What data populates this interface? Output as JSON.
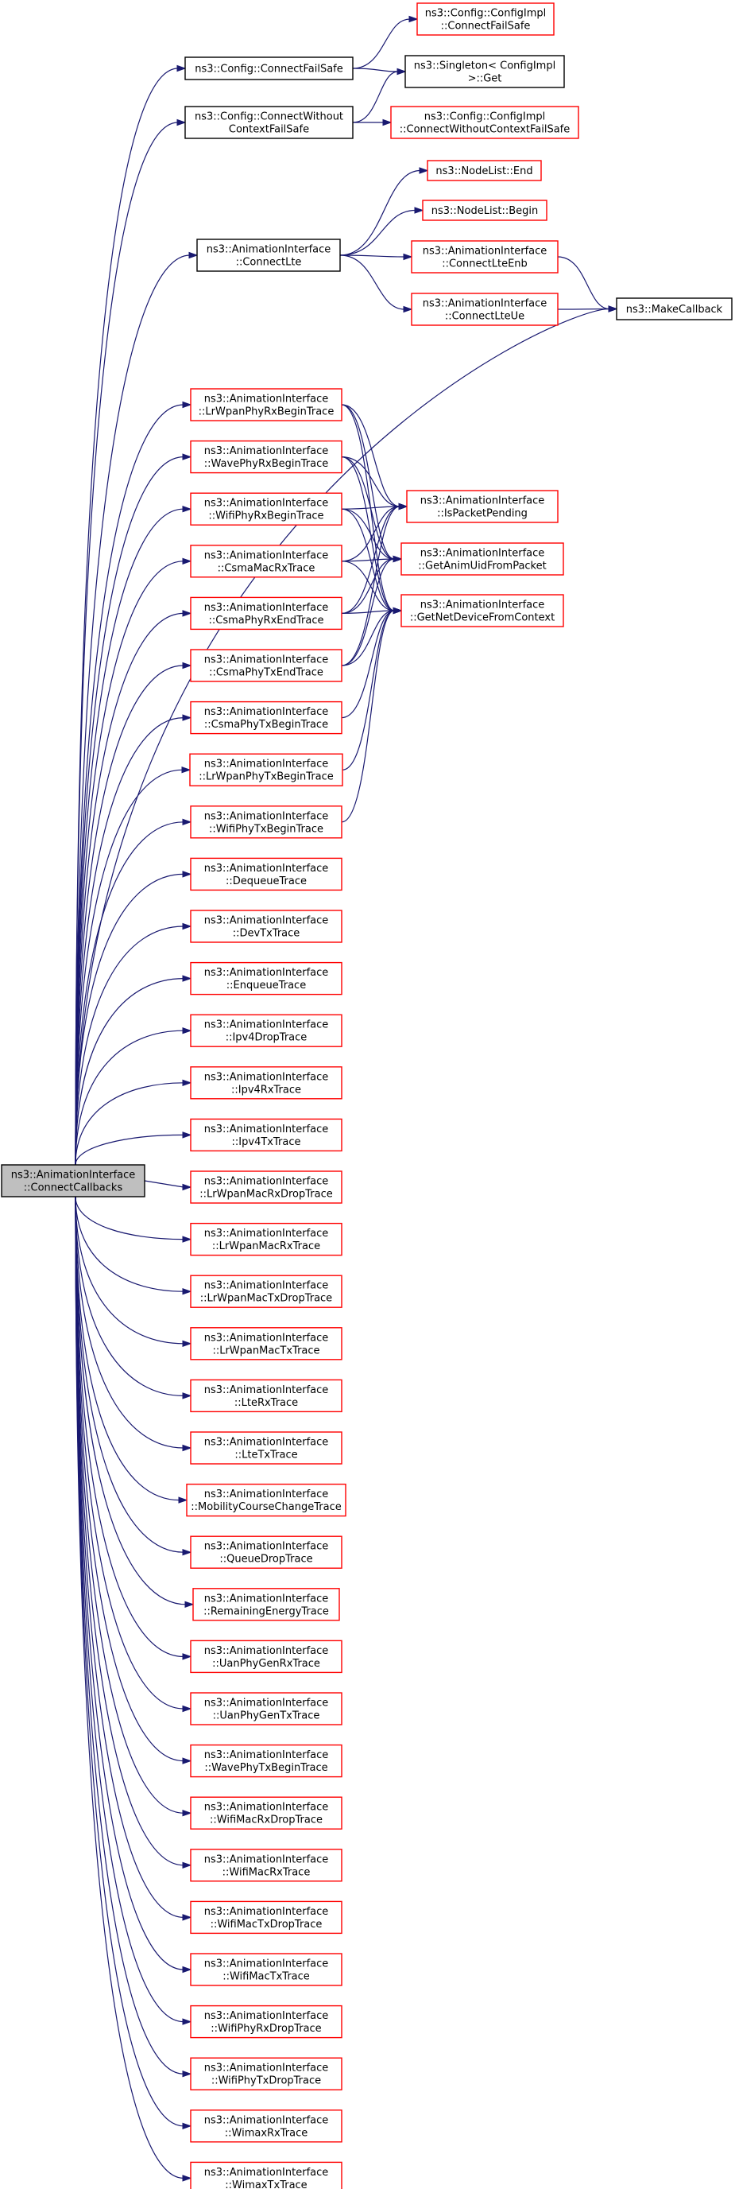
{
  "graph": {
    "root": "ns3::AnimationInterface\n::ConnectCallbacks",
    "nodes": [
      {
        "id": "cfg_cfs",
        "lines": [
          "ns3::Config::ConnectFailSafe"
        ],
        "style": "black"
      },
      {
        "id": "cfg_cwcfs",
        "lines": [
          "ns3::Config::ConnectWithout",
          "ContextFailSafe"
        ],
        "style": "black"
      },
      {
        "id": "impl_cfs",
        "lines": [
          "ns3::Config::ConfigImpl",
          "::ConnectFailSafe"
        ],
        "style": "red"
      },
      {
        "id": "singleton",
        "lines": [
          "ns3::Singleton< ConfigImpl",
          " >::Get"
        ],
        "style": "black"
      },
      {
        "id": "impl_cwcfs",
        "lines": [
          "ns3::Config::ConfigImpl",
          "::ConnectWithoutContextFailSafe"
        ],
        "style": "red"
      },
      {
        "id": "connectlte",
        "lines": [
          "ns3::AnimationInterface",
          "::ConnectLte"
        ],
        "style": "black"
      },
      {
        "id": "nl_end",
        "lines": [
          "ns3::NodeList::End"
        ],
        "style": "red"
      },
      {
        "id": "nl_begin",
        "lines": [
          "ns3::NodeList::Begin"
        ],
        "style": "red"
      },
      {
        "id": "lte_enb",
        "lines": [
          "ns3::AnimationInterface",
          "::ConnectLteEnb"
        ],
        "style": "red"
      },
      {
        "id": "lte_ue",
        "lines": [
          "ns3::AnimationInterface",
          "::ConnectLteUe"
        ],
        "style": "red"
      },
      {
        "id": "makecb",
        "lines": [
          "ns3::MakeCallback"
        ],
        "style": "black"
      },
      {
        "id": "lrwpan_rxbegin",
        "lines": [
          "ns3::AnimationInterface",
          "::LrWpanPhyRxBeginTrace"
        ],
        "style": "red"
      },
      {
        "id": "wave_rxbegin",
        "lines": [
          "ns3::AnimationInterface",
          "::WavePhyRxBeginTrace"
        ],
        "style": "red"
      },
      {
        "id": "wifi_rxbegin",
        "lines": [
          "ns3::AnimationInterface",
          "::WifiPhyRxBeginTrace"
        ],
        "style": "red"
      },
      {
        "id": "csma_macrx",
        "lines": [
          "ns3::AnimationInterface",
          "::CsmaMacRxTrace"
        ],
        "style": "red"
      },
      {
        "id": "csma_rxend",
        "lines": [
          "ns3::AnimationInterface",
          "::CsmaPhyRxEndTrace"
        ],
        "style": "red"
      },
      {
        "id": "csma_txend",
        "lines": [
          "ns3::AnimationInterface",
          "::CsmaPhyTxEndTrace"
        ],
        "style": "red"
      },
      {
        "id": "csma_txbegin",
        "lines": [
          "ns3::AnimationInterface",
          "::CsmaPhyTxBeginTrace"
        ],
        "style": "red"
      },
      {
        "id": "lrwpan_txbegin",
        "lines": [
          "ns3::AnimationInterface",
          "::LrWpanPhyTxBeginTrace"
        ],
        "style": "red"
      },
      {
        "id": "wifi_txbegin",
        "lines": [
          "ns3::AnimationInterface",
          "::WifiPhyTxBeginTrace"
        ],
        "style": "red"
      },
      {
        "id": "pending",
        "lines": [
          "ns3::AnimationInterface",
          "::IsPacketPending"
        ],
        "style": "red"
      },
      {
        "id": "uid",
        "lines": [
          "ns3::AnimationInterface",
          "::GetAnimUidFromPacket"
        ],
        "style": "red"
      },
      {
        "id": "netdev",
        "lines": [
          "ns3::AnimationInterface",
          "::GetNetDeviceFromContext"
        ],
        "style": "red"
      },
      {
        "id": "dequeue",
        "lines": [
          "ns3::AnimationInterface",
          "::DequeueTrace"
        ],
        "style": "red"
      },
      {
        "id": "devtx",
        "lines": [
          "ns3::AnimationInterface",
          "::DevTxTrace"
        ],
        "style": "red"
      },
      {
        "id": "enqueue",
        "lines": [
          "ns3::AnimationInterface",
          "::EnqueueTrace"
        ],
        "style": "red"
      },
      {
        "id": "ipv4drop",
        "lines": [
          "ns3::AnimationInterface",
          "::Ipv4DropTrace"
        ],
        "style": "red"
      },
      {
        "id": "ipv4rx",
        "lines": [
          "ns3::AnimationInterface",
          "::Ipv4RxTrace"
        ],
        "style": "red"
      },
      {
        "id": "ipv4tx",
        "lines": [
          "ns3::AnimationInterface",
          "::Ipv4TxTrace"
        ],
        "style": "red"
      },
      {
        "id": "lrwpan_macrxdrop",
        "lines": [
          "ns3::AnimationInterface",
          "::LrWpanMacRxDropTrace"
        ],
        "style": "red"
      },
      {
        "id": "lrwpan_macrx",
        "lines": [
          "ns3::AnimationInterface",
          "::LrWpanMacRxTrace"
        ],
        "style": "red"
      },
      {
        "id": "lrwpan_mactxdrop",
        "lines": [
          "ns3::AnimationInterface",
          "::LrWpanMacTxDropTrace"
        ],
        "style": "red"
      },
      {
        "id": "lrwpan_mactx",
        "lines": [
          "ns3::AnimationInterface",
          "::LrWpanMacTxTrace"
        ],
        "style": "red"
      },
      {
        "id": "lterx",
        "lines": [
          "ns3::AnimationInterface",
          "::LteRxTrace"
        ],
        "style": "red"
      },
      {
        "id": "ltetx",
        "lines": [
          "ns3::AnimationInterface",
          "::LteTxTrace"
        ],
        "style": "red"
      },
      {
        "id": "mobility",
        "lines": [
          "ns3::AnimationInterface",
          "::MobilityCourseChangeTrace"
        ],
        "style": "red"
      },
      {
        "id": "queuedrop",
        "lines": [
          "ns3::AnimationInterface",
          "::QueueDropTrace"
        ],
        "style": "red"
      },
      {
        "id": "energy",
        "lines": [
          "ns3::AnimationInterface",
          "::RemainingEnergyTrace"
        ],
        "style": "red"
      },
      {
        "id": "uan_rx",
        "lines": [
          "ns3::AnimationInterface",
          "::UanPhyGenRxTrace"
        ],
        "style": "red"
      },
      {
        "id": "uan_tx",
        "lines": [
          "ns3::AnimationInterface",
          "::UanPhyGenTxTrace"
        ],
        "style": "red"
      },
      {
        "id": "wave_txbegin",
        "lines": [
          "ns3::AnimationInterface",
          "::WavePhyTxBeginTrace"
        ],
        "style": "red"
      },
      {
        "id": "wifi_macrxdrop",
        "lines": [
          "ns3::AnimationInterface",
          "::WifiMacRxDropTrace"
        ],
        "style": "red"
      },
      {
        "id": "wifi_macrx",
        "lines": [
          "ns3::AnimationInterface",
          "::WifiMacRxTrace"
        ],
        "style": "red"
      },
      {
        "id": "wifi_mactxdrop",
        "lines": [
          "ns3::AnimationInterface",
          "::WifiMacTxDropTrace"
        ],
        "style": "red"
      },
      {
        "id": "wifi_mactx",
        "lines": [
          "ns3::AnimationInterface",
          "::WifiMacTxTrace"
        ],
        "style": "red"
      },
      {
        "id": "wifi_phyrxdrop",
        "lines": [
          "ns3::AnimationInterface",
          "::WifiPhyRxDropTrace"
        ],
        "style": "red"
      },
      {
        "id": "wifi_phytxdrop",
        "lines": [
          "ns3::AnimationInterface",
          "::WifiPhyTxDropTrace"
        ],
        "style": "red"
      },
      {
        "id": "wimax_rx",
        "lines": [
          "ns3::AnimationInterface",
          "::WimaxRxTrace"
        ],
        "style": "red"
      },
      {
        "id": "wimax_tx",
        "lines": [
          "ns3::AnimationInterface",
          "::WimaxTxTrace"
        ],
        "style": "red"
      }
    ],
    "edges": [
      [
        "root",
        "cfg_cfs"
      ],
      [
        "root",
        "cfg_cwcfs"
      ],
      [
        "root",
        "connectlte"
      ],
      [
        "root",
        "makecb"
      ],
      [
        "root",
        "lrwpan_rxbegin"
      ],
      [
        "root",
        "wave_rxbegin"
      ],
      [
        "root",
        "wifi_rxbegin"
      ],
      [
        "root",
        "csma_macrx"
      ],
      [
        "root",
        "csma_rxend"
      ],
      [
        "root",
        "csma_txend"
      ],
      [
        "root",
        "csma_txbegin"
      ],
      [
        "root",
        "lrwpan_txbegin"
      ],
      [
        "root",
        "wifi_txbegin"
      ],
      [
        "root",
        "dequeue"
      ],
      [
        "root",
        "devtx"
      ],
      [
        "root",
        "enqueue"
      ],
      [
        "root",
        "ipv4drop"
      ],
      [
        "root",
        "ipv4rx"
      ],
      [
        "root",
        "ipv4tx"
      ],
      [
        "root",
        "lrwpan_macrxdrop"
      ],
      [
        "root",
        "lrwpan_macrx"
      ],
      [
        "root",
        "lrwpan_mactxdrop"
      ],
      [
        "root",
        "lrwpan_mactx"
      ],
      [
        "root",
        "lterx"
      ],
      [
        "root",
        "ltetx"
      ],
      [
        "root",
        "mobility"
      ],
      [
        "root",
        "queuedrop"
      ],
      [
        "root",
        "energy"
      ],
      [
        "root",
        "uan_rx"
      ],
      [
        "root",
        "uan_tx"
      ],
      [
        "root",
        "wave_txbegin"
      ],
      [
        "root",
        "wifi_macrxdrop"
      ],
      [
        "root",
        "wifi_macrx"
      ],
      [
        "root",
        "wifi_mactxdrop"
      ],
      [
        "root",
        "wifi_mactx"
      ],
      [
        "root",
        "wifi_phyrxdrop"
      ],
      [
        "root",
        "wifi_phytxdrop"
      ],
      [
        "root",
        "wimax_rx"
      ],
      [
        "root",
        "wimax_tx"
      ],
      [
        "cfg_cfs",
        "impl_cfs"
      ],
      [
        "cfg_cfs",
        "singleton"
      ],
      [
        "cfg_cwcfs",
        "singleton"
      ],
      [
        "cfg_cwcfs",
        "impl_cwcfs"
      ],
      [
        "connectlte",
        "nl_end"
      ],
      [
        "connectlte",
        "nl_begin"
      ],
      [
        "connectlte",
        "lte_enb"
      ],
      [
        "connectlte",
        "lte_ue"
      ],
      [
        "lte_enb",
        "makecb"
      ],
      [
        "lte_ue",
        "makecb"
      ],
      [
        "lrwpan_rxbegin",
        "pending"
      ],
      [
        "lrwpan_rxbegin",
        "uid"
      ],
      [
        "lrwpan_rxbegin",
        "netdev"
      ],
      [
        "wave_rxbegin",
        "pending"
      ],
      [
        "wave_rxbegin",
        "uid"
      ],
      [
        "wave_rxbegin",
        "netdev"
      ],
      [
        "wifi_rxbegin",
        "pending"
      ],
      [
        "wifi_rxbegin",
        "uid"
      ],
      [
        "wifi_rxbegin",
        "netdev"
      ],
      [
        "csma_macrx",
        "pending"
      ],
      [
        "csma_macrx",
        "uid"
      ],
      [
        "csma_macrx",
        "netdev"
      ],
      [
        "csma_rxend",
        "pending"
      ],
      [
        "csma_rxend",
        "uid"
      ],
      [
        "csma_rxend",
        "netdev"
      ],
      [
        "csma_txend",
        "pending"
      ],
      [
        "csma_txend",
        "uid"
      ],
      [
        "csma_txend",
        "netdev"
      ],
      [
        "csma_txbegin",
        "netdev"
      ],
      [
        "lrwpan_txbegin",
        "netdev"
      ],
      [
        "wifi_txbegin",
        "netdev"
      ]
    ]
  }
}
